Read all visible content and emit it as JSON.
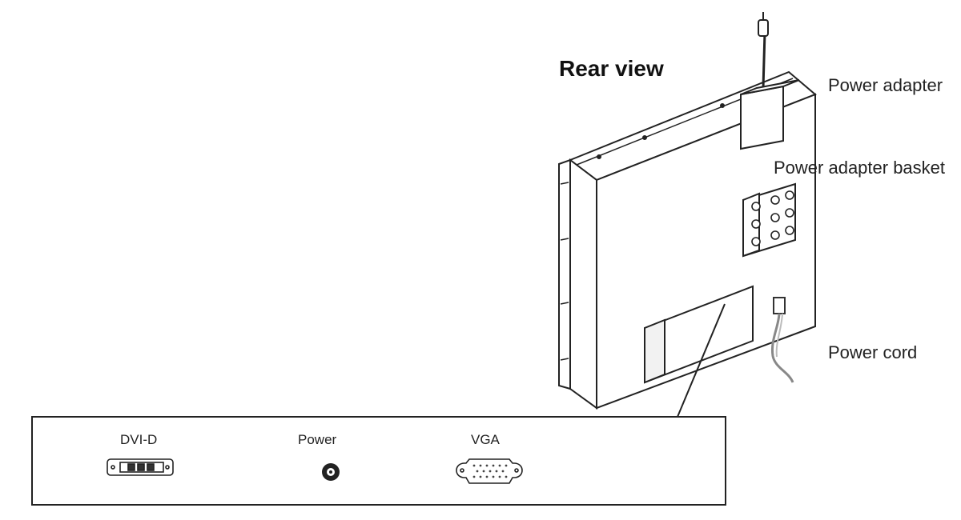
{
  "title": "Rear view",
  "callouts": {
    "power_adapter": "Power adapter",
    "power_adapter_basket": "Power adapter basket",
    "power_cord": "Power cord"
  },
  "ports": {
    "dvi": "DVI-D",
    "power": "Power",
    "vga": "VGA"
  }
}
